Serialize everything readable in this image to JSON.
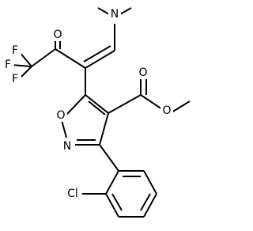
{
  "structure": {
    "atoms": [
      {
        "id": "n_dimethyl",
        "label": "N"
      },
      {
        "id": "o_ketone",
        "label": "O"
      },
      {
        "id": "f1",
        "label": "F"
      },
      {
        "id": "f2",
        "label": "F"
      },
      {
        "id": "f3",
        "label": "F"
      },
      {
        "id": "o_ester_carbonyl",
        "label": "O"
      },
      {
        "id": "o_ester_single",
        "label": "O"
      },
      {
        "id": "o_ring",
        "label": "O"
      },
      {
        "id": "n_ring",
        "label": "N"
      },
      {
        "id": "cl",
        "label": "Cl"
      }
    ]
  }
}
